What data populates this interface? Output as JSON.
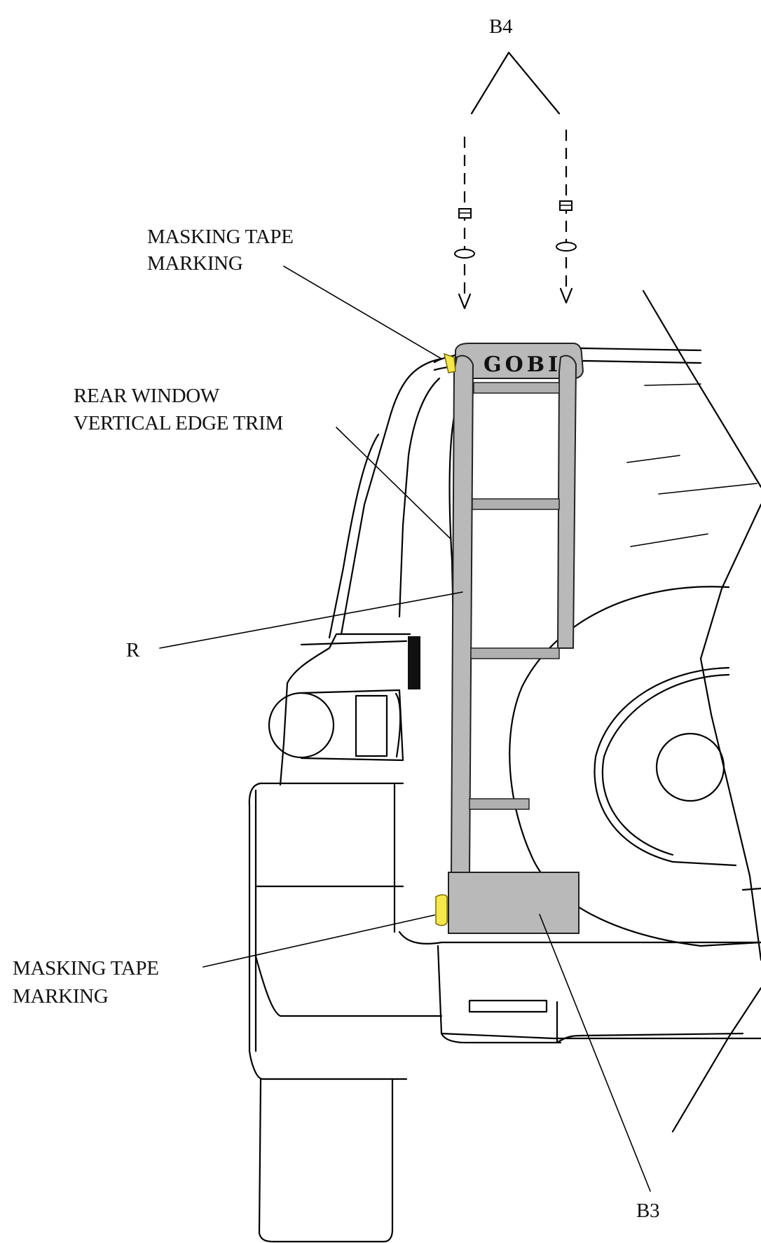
{
  "labels": {
    "b4": "B4",
    "masking_tape_top_line1": "MASKING TAPE",
    "masking_tape_top_line2": "MARKING",
    "rear_window_line1": "REAR WINDOW",
    "rear_window_line2": "VERTICAL EDGE TRIM",
    "r": "R",
    "masking_tape_bottom_line1": "MASKING TAPE",
    "masking_tape_bottom_line2": "MARKING",
    "b3": "B3",
    "brand": "GOBI"
  },
  "colors": {
    "ladder_grey": "#b9b9b9",
    "tape_yellow": "#f6e84a",
    "line": "#000000",
    "background": "#ffffff"
  }
}
